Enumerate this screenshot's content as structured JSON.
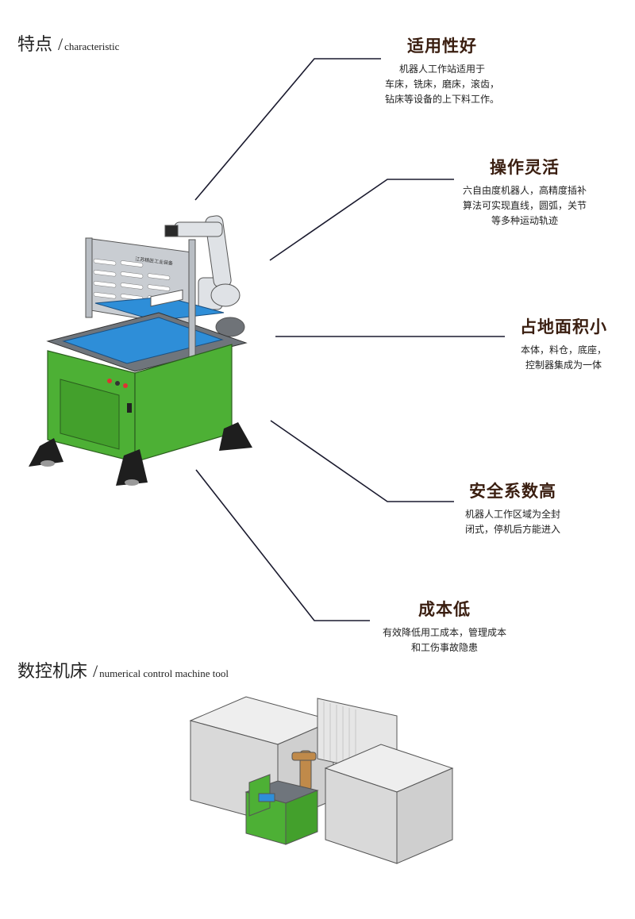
{
  "sections": {
    "characteristic": {
      "zh": "特点",
      "slash": "/",
      "en": "characteristic"
    },
    "cnc": {
      "zh": "数控机床",
      "slash": "/",
      "en": "numerical control machine tool"
    }
  },
  "features": [
    {
      "title": "适用性好",
      "desc": "机器人工作站适用于\n车床，铣床，磨床，滚齿，\n钻床等设备的上下料工作。"
    },
    {
      "title": "操作灵活",
      "desc": "六自由度机器人，高精度插补\n算法可实现直线，圆弧，关节\n等多种运动轨迹"
    },
    {
      "title": "占地面积小",
      "desc": "本体，料仓，底座，\n控制器集成为一体"
    },
    {
      "title": "安全系数高",
      "desc": "机器人工作区域为全封\n闭式，停机后方能进入"
    },
    {
      "title": "成本低",
      "desc": "有效降低用工成本，管理成本\n和工伤事故隐患"
    }
  ],
  "machine": {
    "panel_text": "江苏精匠工业装备"
  },
  "colors": {
    "accent_green": "#4db035",
    "tray_blue": "#2e8ed8",
    "title_brown": "#3a1e10",
    "line": "#1a1a2e"
  }
}
